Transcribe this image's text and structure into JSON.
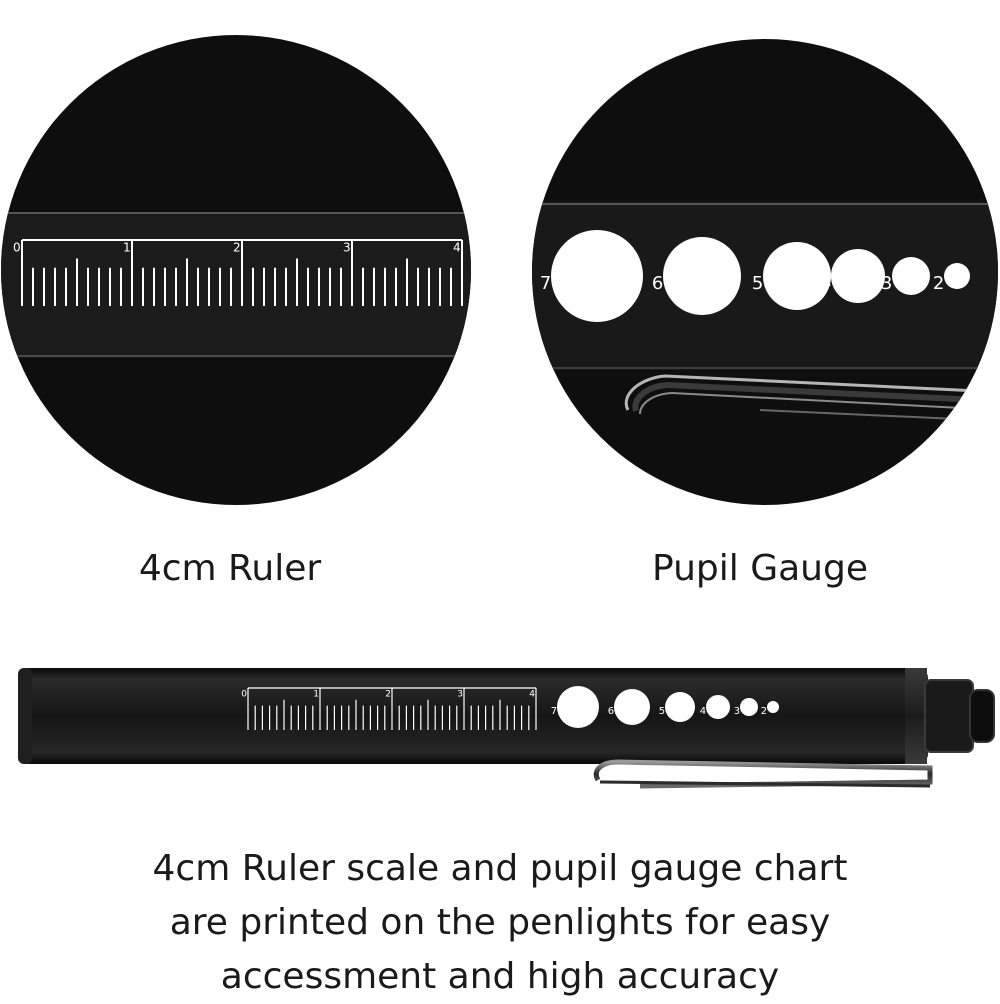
{
  "captions": {
    "ruler": "4cm Ruler",
    "gauge": "Pupil Gauge"
  },
  "ruler": {
    "labels": [
      "0",
      "1",
      "2",
      "3",
      "4"
    ]
  },
  "gauge": {
    "labels": [
      "7",
      "6",
      "5",
      "4",
      "3",
      "2"
    ]
  },
  "description": {
    "line1": "4cm Ruler scale and pupil gauge chart",
    "line2": "are printed on the penlights for easy",
    "line3": "accessment and high accuracy"
  },
  "colors": {
    "pen_body": "#141414",
    "circle_bg": "#0c0c0c",
    "marking": "#ffffff",
    "text": "#1a1a1a"
  }
}
